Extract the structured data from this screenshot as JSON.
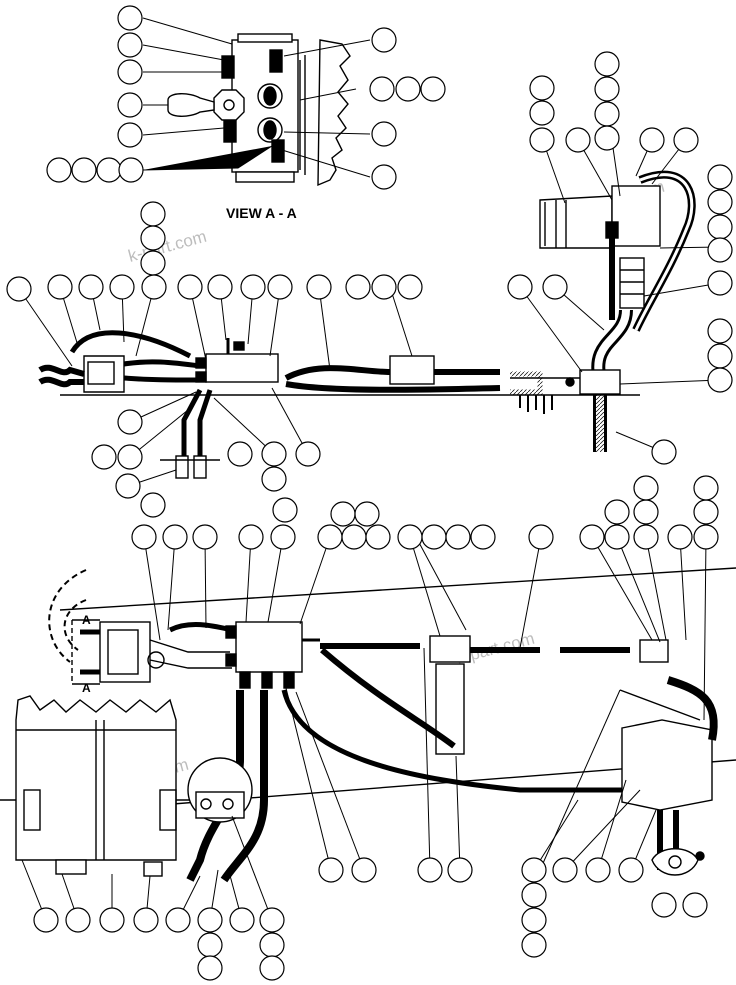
{
  "view_title": "VIEW A - A",
  "section_marker": "A",
  "watermark": "k-part.com",
  "colors": {
    "line": "#000000",
    "watermark": "#bdbdbd",
    "background": "#ffffff"
  }
}
